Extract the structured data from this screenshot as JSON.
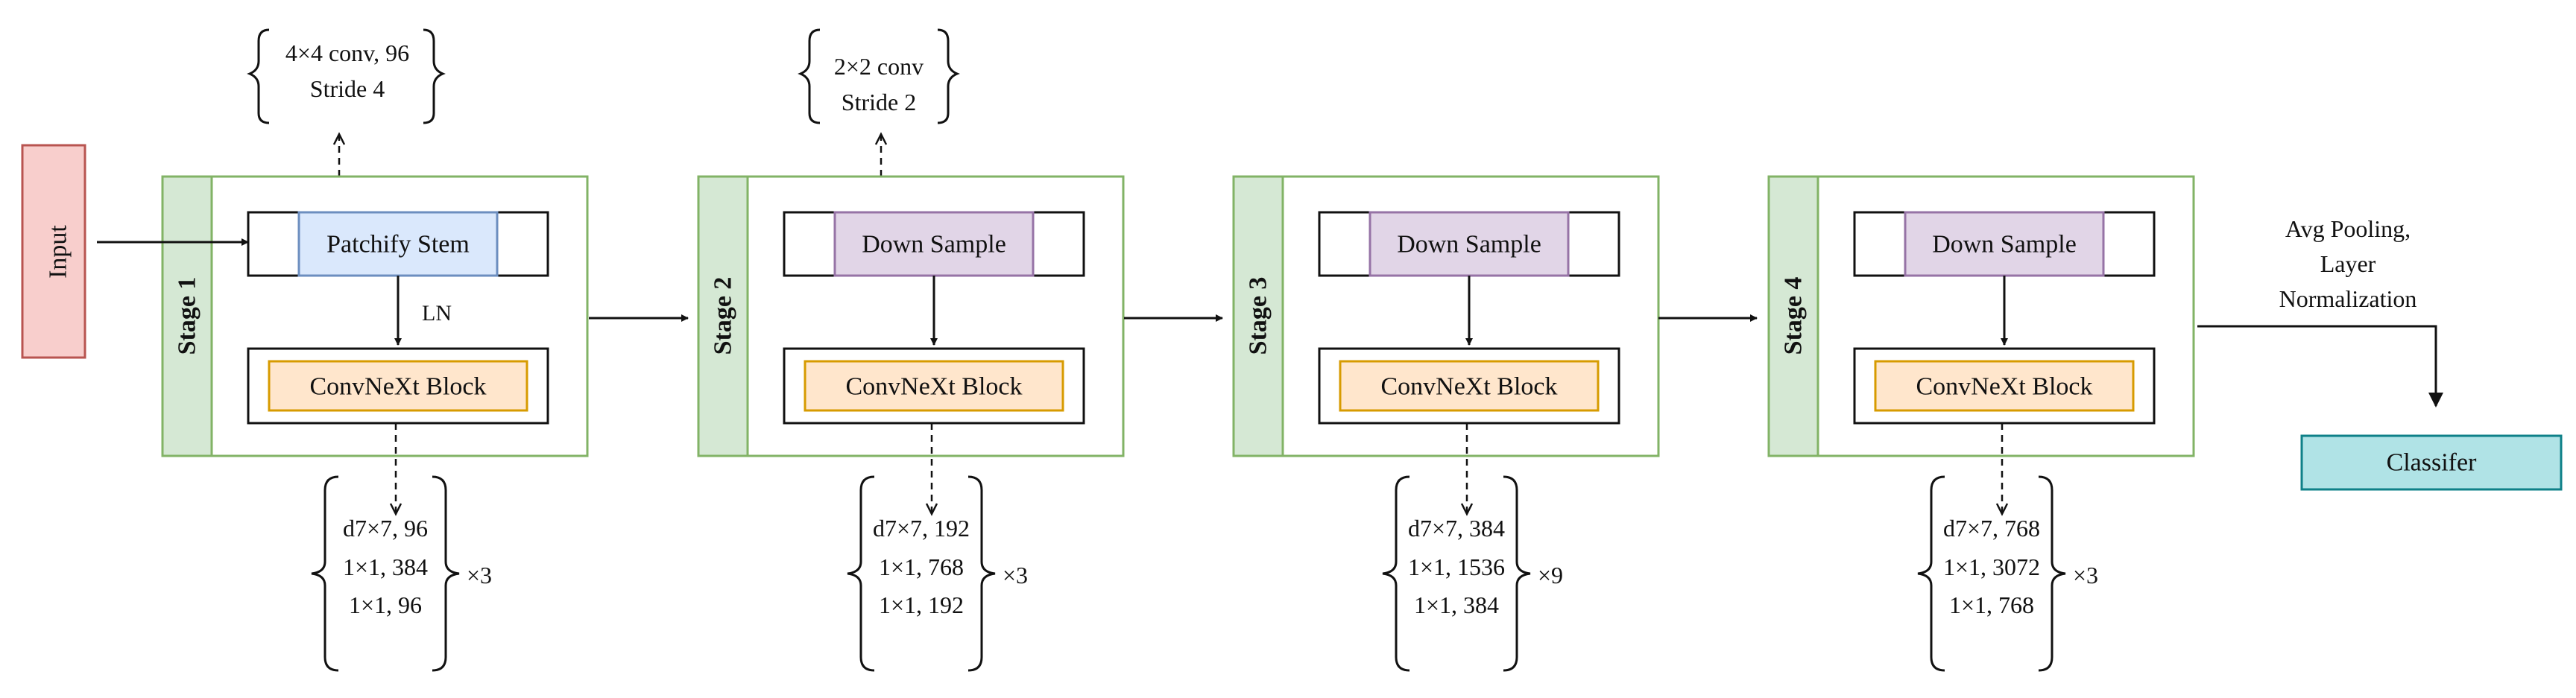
{
  "input_label": "Input",
  "stem": {
    "label": "Patchify Stem",
    "spec": [
      "4×4 conv, 96",
      "Stride 4"
    ],
    "norm_label": "LN"
  },
  "stages": [
    {
      "label": "Stage 1",
      "top_block": "Patchify Stem",
      "block_label": "ConvNeXt Block",
      "spec": [
        "d7×7, 96",
        "1×1, 384",
        "1×1, 96"
      ],
      "repeat": "×3"
    },
    {
      "label": "Stage 2",
      "top_block": "Down Sample",
      "block_label": "ConvNeXt Block",
      "down_spec": [
        "2×2 conv",
        "Stride 2"
      ],
      "spec": [
        "d7×7, 192",
        "1×1, 768",
        "1×1, 192"
      ],
      "repeat": "×3"
    },
    {
      "label": "Stage 3",
      "top_block": "Down Sample",
      "block_label": "ConvNeXt Block",
      "spec": [
        "d7×7, 384",
        "1×1, 1536",
        "1×1, 384"
      ],
      "repeat": "×9"
    },
    {
      "label": "Stage 4",
      "top_block": "Down Sample",
      "block_label": "ConvNeXt Block",
      "spec": [
        "d7×7, 768",
        "1×1, 3072",
        "1×1, 768"
      ],
      "repeat": "×3"
    }
  ],
  "head_label": [
    "Avg Pooling,",
    "Layer",
    "Normalization"
  ],
  "classifier_label": "Classifer",
  "colors": {
    "input_fill": "#f8cecc",
    "input_stroke": "#b85450",
    "stage_stroke": "#82b366",
    "stage_bar_fill": "#d5e8d4",
    "stem_fill": "#dae8fc",
    "stem_stroke": "#6c8ebf",
    "down_fill": "#e1d5e7",
    "down_stroke": "#9673a6",
    "block_fill": "#ffe6cc",
    "block_stroke": "#d79b00",
    "classifier_fill": "#b0e3e6",
    "classifier_stroke": "#0e8088"
  }
}
